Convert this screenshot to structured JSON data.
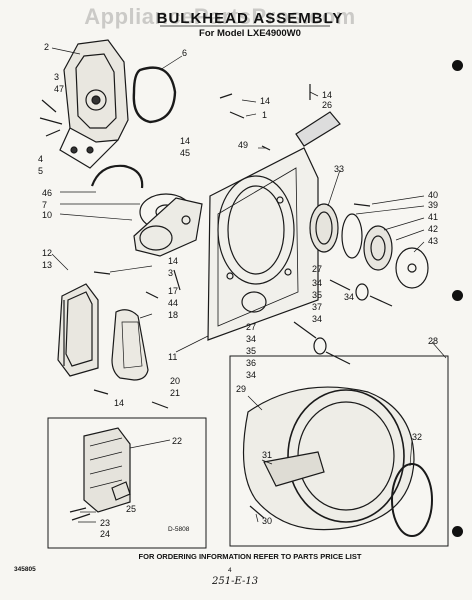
{
  "header": {
    "watermark": "AppliancePartsPros.com",
    "title": "BULKHEAD ASSEMBLY",
    "subtitle": "For Model LXE4900W0"
  },
  "callouts": {
    "c1": "1",
    "c2": "2",
    "c3a": "3",
    "c3b": "3",
    "c4": "4",
    "c5": "5",
    "c6": "6",
    "c7": "7",
    "c10": "10",
    "c11": "11",
    "c12": "12",
    "c13": "13",
    "c14a": "14",
    "c14b": "14",
    "c14c": "14",
    "c14d": "14",
    "c14e": "14",
    "c17": "17",
    "c18": "18",
    "c20": "20",
    "c21": "21",
    "c22": "22",
    "c23": "23",
    "c24": "24",
    "c25": "25",
    "c26": "26",
    "c27a": "27",
    "c27b": "27",
    "c28": "28",
    "c29": "29",
    "c30": "30",
    "c31": "31",
    "c32": "32",
    "c33": "33",
    "c34a": "34",
    "c34b": "34",
    "c34c": "34",
    "c34d": "34",
    "c34e": "34",
    "c35a": "35",
    "c35b": "35",
    "c36": "36",
    "c37": "37",
    "c39": "39",
    "c40": "40",
    "c41": "41",
    "c42": "42",
    "c43": "43",
    "c44": "44",
    "c45": "45",
    "c46": "46",
    "c47": "47",
    "c49": "49"
  },
  "footer": {
    "diagram_number": "D-5808",
    "ordering_note": "FOR ORDERING INFORMATION REFER TO PARTS PRICE LIST",
    "doc_code": "345805",
    "page": "4",
    "handwritten_ref": "251-E-13"
  }
}
